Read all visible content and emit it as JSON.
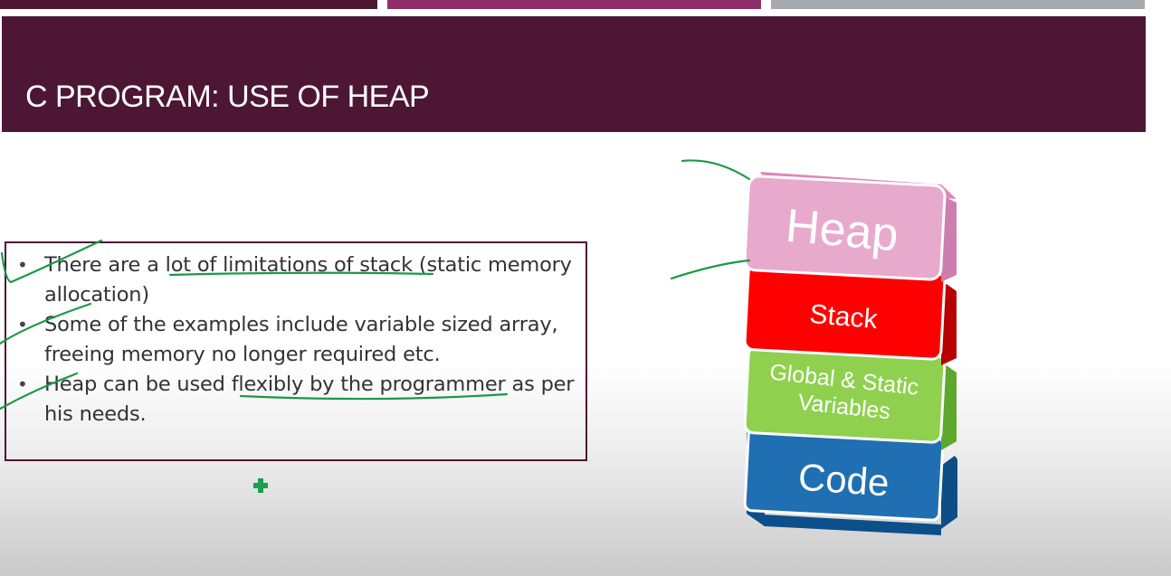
{
  "slide": {
    "title": "C PROGRAM: USE OF HEAP",
    "bullets": [
      {
        "text": "There are a lot of limitations of stack (static memory allocation)"
      },
      {
        "text": "Some of the examples include variable sized array, freeing memory no longer required etc."
      },
      {
        "text": "Heap can be used flexibly by the programmer as per his needs."
      }
    ],
    "bullet_symbol": "•"
  },
  "memory_layout": {
    "blocks": [
      {
        "label": "Heap",
        "color": "#e7aacd"
      },
      {
        "label": "Stack",
        "color": "#ff0000"
      },
      {
        "label_line1": "Global & Static",
        "label_line2": "Variables",
        "color": "#8fd14f"
      },
      {
        "label": "Code",
        "color": "#1f6fb2"
      }
    ]
  },
  "colors": {
    "title_band": "#4d1634",
    "annotation_pen": "#1a9a45"
  }
}
